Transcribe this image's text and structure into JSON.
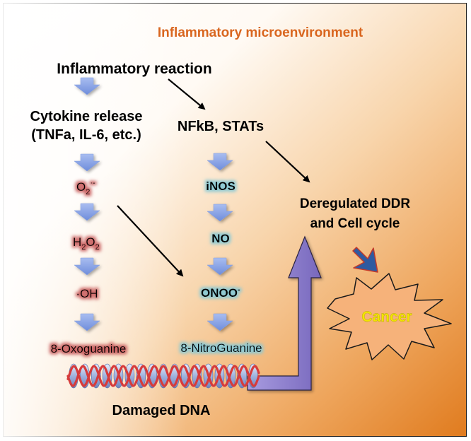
{
  "diagram": {
    "title": "Inflammatory microenvironment",
    "nodes": {
      "inflammatory_reaction": "Inflammatory reaction",
      "cytokine_release_line1": "Cytokine release",
      "cytokine_release_line2": "(TNFa, IL-6, etc.)",
      "nfkb_stats": "NFkB, STATs",
      "superoxide": "O",
      "superoxide_sub": "2",
      "superoxide_sup": "·-",
      "hydrogen_peroxide": "H",
      "hydrogen_peroxide_sub1": "2",
      "hydrogen_peroxide_o": "O",
      "hydrogen_peroxide_sub2": "2",
      "hydroxyl": "·OH",
      "oxoguanine": "8-Oxoguanine",
      "inos": "iNOS",
      "no": "NO",
      "peroxynitrite": "ONOO",
      "peroxynitrite_sup": "-",
      "nitroguanine": "8-NitroGuanine",
      "deregulated_line1": "Deregulated DDR",
      "deregulated_line2": "and Cell cycle",
      "damaged_dna": "Damaged DNA",
      "cancer": "Cancer"
    },
    "colors": {
      "title": "#d9661f",
      "background_warm": "#e07b1e",
      "down_arrow": "#7f9be0",
      "ros_glow": "#c96060",
      "rns_glow": "#8ac9d4",
      "dna_strand": "#d63b3b",
      "dna_backbone": "#8a9fcf",
      "l_arrow": "#8878c8",
      "cancer_star": "#f6b27a",
      "cancer_text": "#f2e600",
      "pointer_arrow": "#2f5aa0"
    }
  }
}
